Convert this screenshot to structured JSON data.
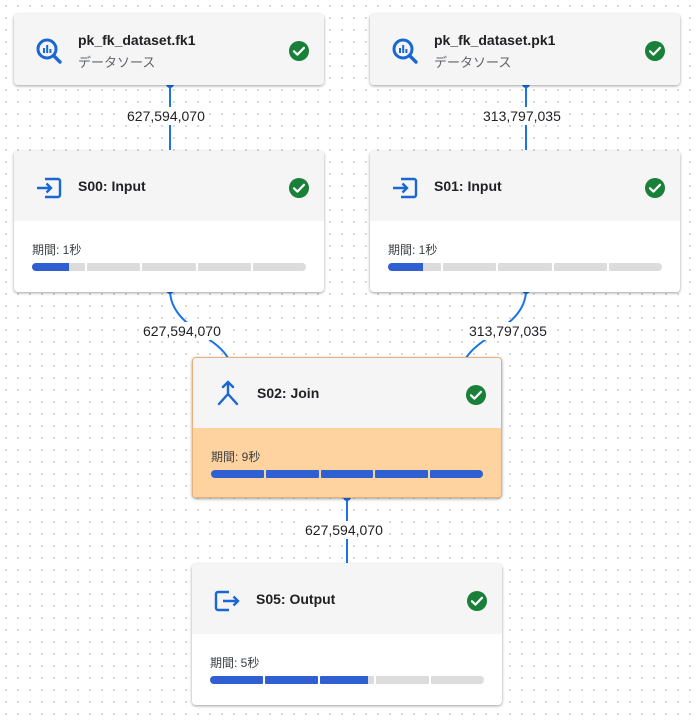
{
  "colors": {
    "edge": "#1a73e8",
    "icon": "#1967d2",
    "ok": "#188038",
    "highlight": "#ffd3a0",
    "progress": "#2f5fd0"
  },
  "sources": [
    {
      "title": "pk_fk_dataset.fk1",
      "subtitle": "データソース",
      "icon": "bigquery-icon"
    },
    {
      "title": "pk_fk_dataset.pk1",
      "subtitle": "データソース",
      "icon": "bigquery-icon"
    }
  ],
  "stages": {
    "s00": {
      "title": "S00: Input",
      "duration": "期間: 1秒",
      "progress": 0.14,
      "icon": "input-icon"
    },
    "s01": {
      "title": "S01: Input",
      "duration": "期間: 1秒",
      "progress": 0.13,
      "icon": "input-icon"
    },
    "s02": {
      "title": "S02: Join",
      "duration": "期間: 9秒",
      "progress": 1.0,
      "icon": "join-icon"
    },
    "s05": {
      "title": "S05: Output",
      "duration": "期間: 5秒",
      "progress": 0.58,
      "icon": "output-icon"
    }
  },
  "edges": [
    {
      "label": "627,594,070"
    },
    {
      "label": "313,797,035"
    },
    {
      "label": "627,594,070"
    },
    {
      "label": "313,797,035"
    },
    {
      "label": "627,594,070"
    }
  ]
}
